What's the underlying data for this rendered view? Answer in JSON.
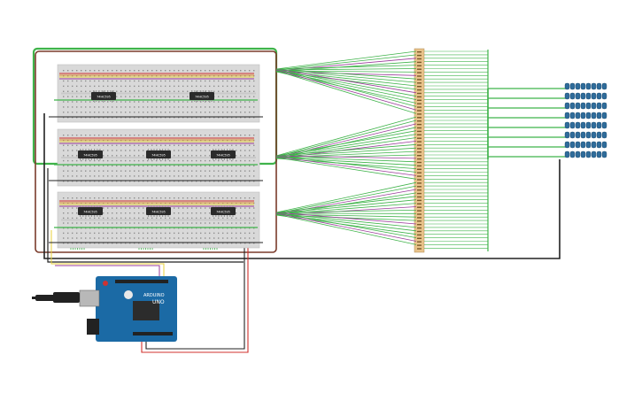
{
  "chip_label": "74HC595",
  "arduino": {
    "brand": "ARDUINO",
    "model": "UNO"
  },
  "colors": {
    "wire_green": "#3fb34a",
    "wire_red": "#d0302c",
    "wire_black": "#222222",
    "wire_purple": "#9b3c9b",
    "wire_orange": "#e08a2a",
    "wire_yellow": "#e8d23a",
    "breadboard": "#d9d9d9",
    "board_blue": "#1b6aa5",
    "led": "#2f6c9a"
  },
  "counts": {
    "breadboards": 3,
    "shift_registers": 8,
    "led_rows": 8,
    "led_columns": 8
  }
}
